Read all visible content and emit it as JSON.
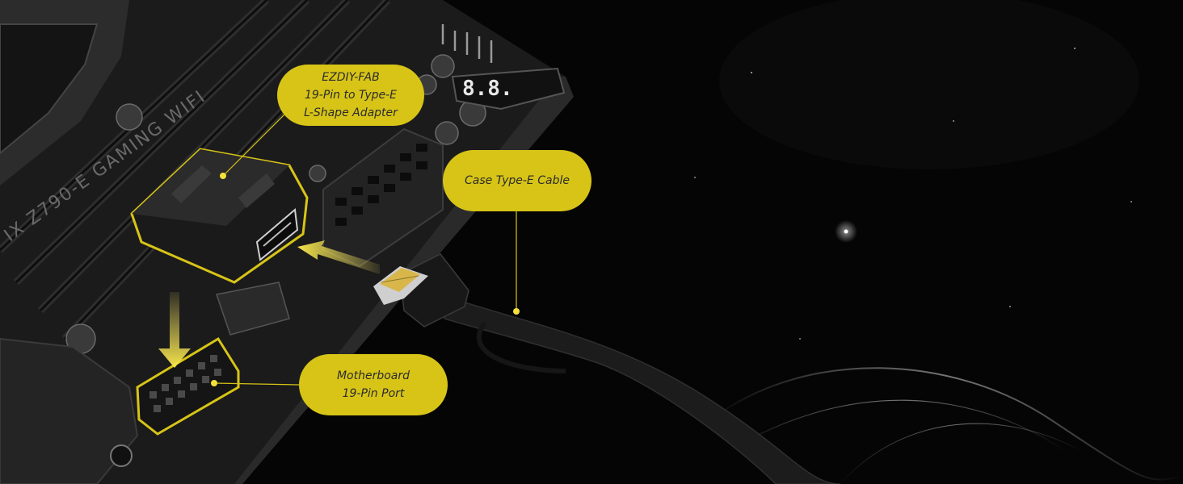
{
  "callouts": {
    "adapter": {
      "lines": [
        "EZDIY-FAB",
        "19-Pin to Type-E",
        "L-Shape Adapter"
      ]
    },
    "cable": {
      "lines": [
        "Case Type-E Cable"
      ]
    },
    "port": {
      "lines": [
        "Motherboard",
        "19-Pin Port"
      ]
    }
  },
  "board_print": {
    "model": "IX Z790-E GAMING WIFI",
    "debug_display": "8.8."
  },
  "colors": {
    "accent_yellow": "#d7c417",
    "background": "#050505",
    "board": "#1b1b1b",
    "cable": "#1a1a1a"
  },
  "icons": {
    "insert_arrow_horizontal": "arrow-left",
    "insert_arrow_vertical": "arrow-down"
  }
}
